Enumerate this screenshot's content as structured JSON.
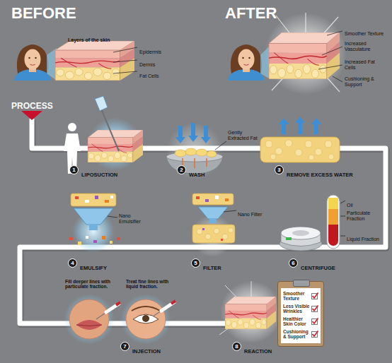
{
  "diagram": {
    "nodes": [
      {
        "text": [
          "1"
        ]
      },
      {
        "text": [
          "2"
        ]
      },
      {
        "text": [
          "3"
        ]
      },
      {
        "text": [
          "4"
        ]
      },
      {
        "text": [
          "5"
        ]
      },
      {
        "text": [
          "6"
        ]
      },
      {
        "text": [
          "7"
        ]
      },
      {
        "text": [
          "8"
        ]
      },
      {
        "text": [
          "Smoother Texture",
          "Less Visible Wrinkles",
          "Healthier Skin Color",
          "Cushioning & Support"
        ]
      }
    ],
    "labels": [
      "BEFORE",
      "AFTER",
      "Layers of the skin",
      "Epidermis",
      "Dermis",
      "Fat Cells",
      "Smoother Texture",
      "Increased Vasculature",
      "Increased Fat Cells",
      "Cushioning & Support",
      "PROCESS",
      "Gently Extracted Fat",
      "LIPOSUCTION",
      "WASH",
      "REMOVE EXCESS WATER",
      "Nano Emulsifier",
      "Nano Filter",
      "Oil",
      "Particulate Fraction",
      "Liquid Fraction",
      "EMULSIFY",
      "FILTER",
      "CENTRIFUGE",
      "Fill deeper lines with particulate fraction.",
      "Treat fine lines with liquid fraction.",
      "INJECTION",
      "REACTION"
    ]
  }
}
